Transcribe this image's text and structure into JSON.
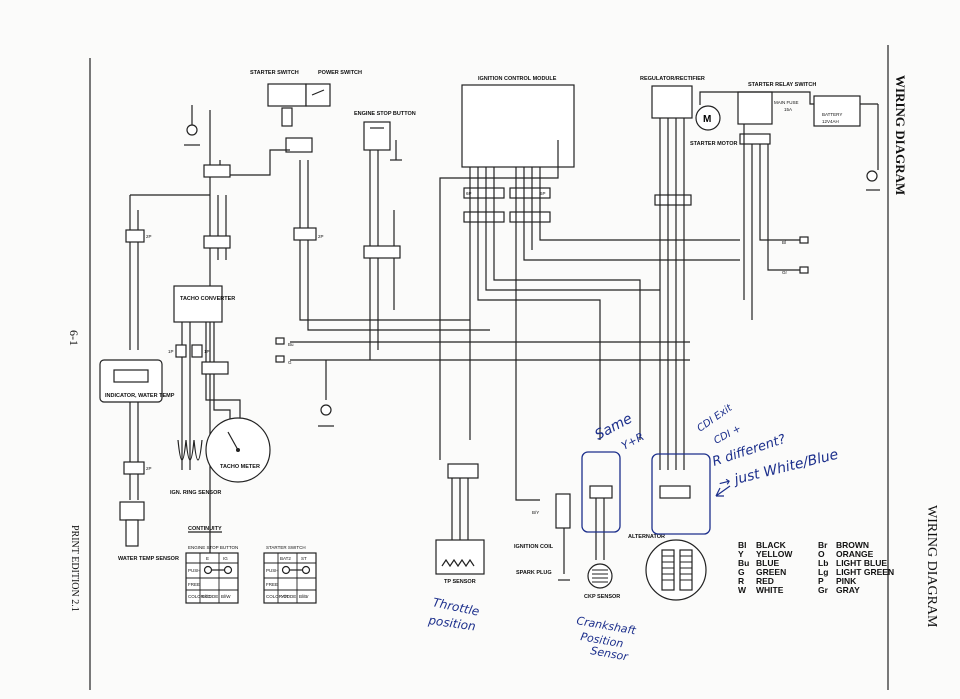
{
  "page_title": "WIRING DIAGRAM",
  "side_title": "WIRING DIAGRAM",
  "page_number": "6-1",
  "print_edition": "PRINT EDITION 2.1",
  "components": {
    "starter_switch": "STARTER SWITCH",
    "power_switch": "POWER SWITCH",
    "engine_stop_button": "ENGINE STOP BUTTON",
    "ignition_control_module": "IGNITION CONTROL MODULE",
    "regulator_rectifier": "REGULATOR/RECTIFIER",
    "starter_relay_switch": "STARTER RELAY SWITCH",
    "main_fuse": "MAIN FUSE",
    "main_fuse_rating": "15A",
    "battery": "BATTERY",
    "battery_rating": "12V4AH",
    "starter_motor": "STARTER MOTOR",
    "motor_symbol": "M",
    "tacho_converter": "TACHO CONVERTER",
    "indicator_water_temp": "INDICATOR, WATER TEMP",
    "tacho_meter": "TACHO METER",
    "ign_ring_sensor": "IGN. RING SENSOR",
    "water_temp_sensor": "WATER TEMP SENSOR",
    "tp_sensor": "TP SENSOR",
    "ignition_coil": "IGNITION COIL",
    "spark_plug": "SPARK PLUG",
    "ckp_sensor": "CKP SENSOR",
    "alternator": "ALTERNATOR"
  },
  "continuity": {
    "title": "CONTINUITY",
    "engine_stop": {
      "title": "ENGINE STOP BUTTON",
      "cols": [
        "E",
        "IG"
      ],
      "rows": [
        "PUSH",
        "FREE",
        "COLOR CODE"
      ],
      "color_codes": [
        "Bl/G",
        "Bl/W"
      ]
    },
    "starter": {
      "title": "STARTER SWITCH",
      "cols": [
        "BAT2",
        "ST"
      ],
      "rows": [
        "PUSH",
        "FREE",
        "COLOR CODE"
      ],
      "color_codes": [
        "Y/R",
        "Bl/Br"
      ]
    }
  },
  "wire_labels": {
    "bl_output": "Bl",
    "gr_output": "Gr",
    "bu_input": "Bu",
    "g_input": "G",
    "two_p": "2P",
    "three_p": "3P",
    "six_p": "6P",
    "one_p": "1P",
    "by": "B/Y"
  },
  "legend": [
    {
      "code": "Bl",
      "name": "BLACK"
    },
    {
      "code": "Y",
      "name": "YELLOW"
    },
    {
      "code": "Bu",
      "name": "BLUE"
    },
    {
      "code": "G",
      "name": "GREEN"
    },
    {
      "code": "R",
      "name": "RED"
    },
    {
      "code": "W",
      "name": "WHITE"
    },
    {
      "code": "Br",
      "name": "BROWN"
    },
    {
      "code": "O",
      "name": "ORANGE"
    },
    {
      "code": "Lb",
      "name": "LIGHT BLUE"
    },
    {
      "code": "Lg",
      "name": "LIGHT GREEN"
    },
    {
      "code": "P",
      "name": "PINK"
    },
    {
      "code": "Gr",
      "name": "GRAY"
    }
  ],
  "handwritten": {
    "same": "Same",
    "same_detail": "Y+R",
    "cdi_exit": "CDI Exit",
    "cdi_plus": "CDI +",
    "different": "R different?",
    "white_blue": "→ just White/Blue",
    "throttle_1": "Throttle",
    "throttle_2": "position",
    "crank_1": "Crankshaft",
    "crank_2": "Position",
    "crank_3": "Sensor"
  },
  "colors": {
    "ink": "#222222",
    "pen": "#1c2f8c"
  }
}
